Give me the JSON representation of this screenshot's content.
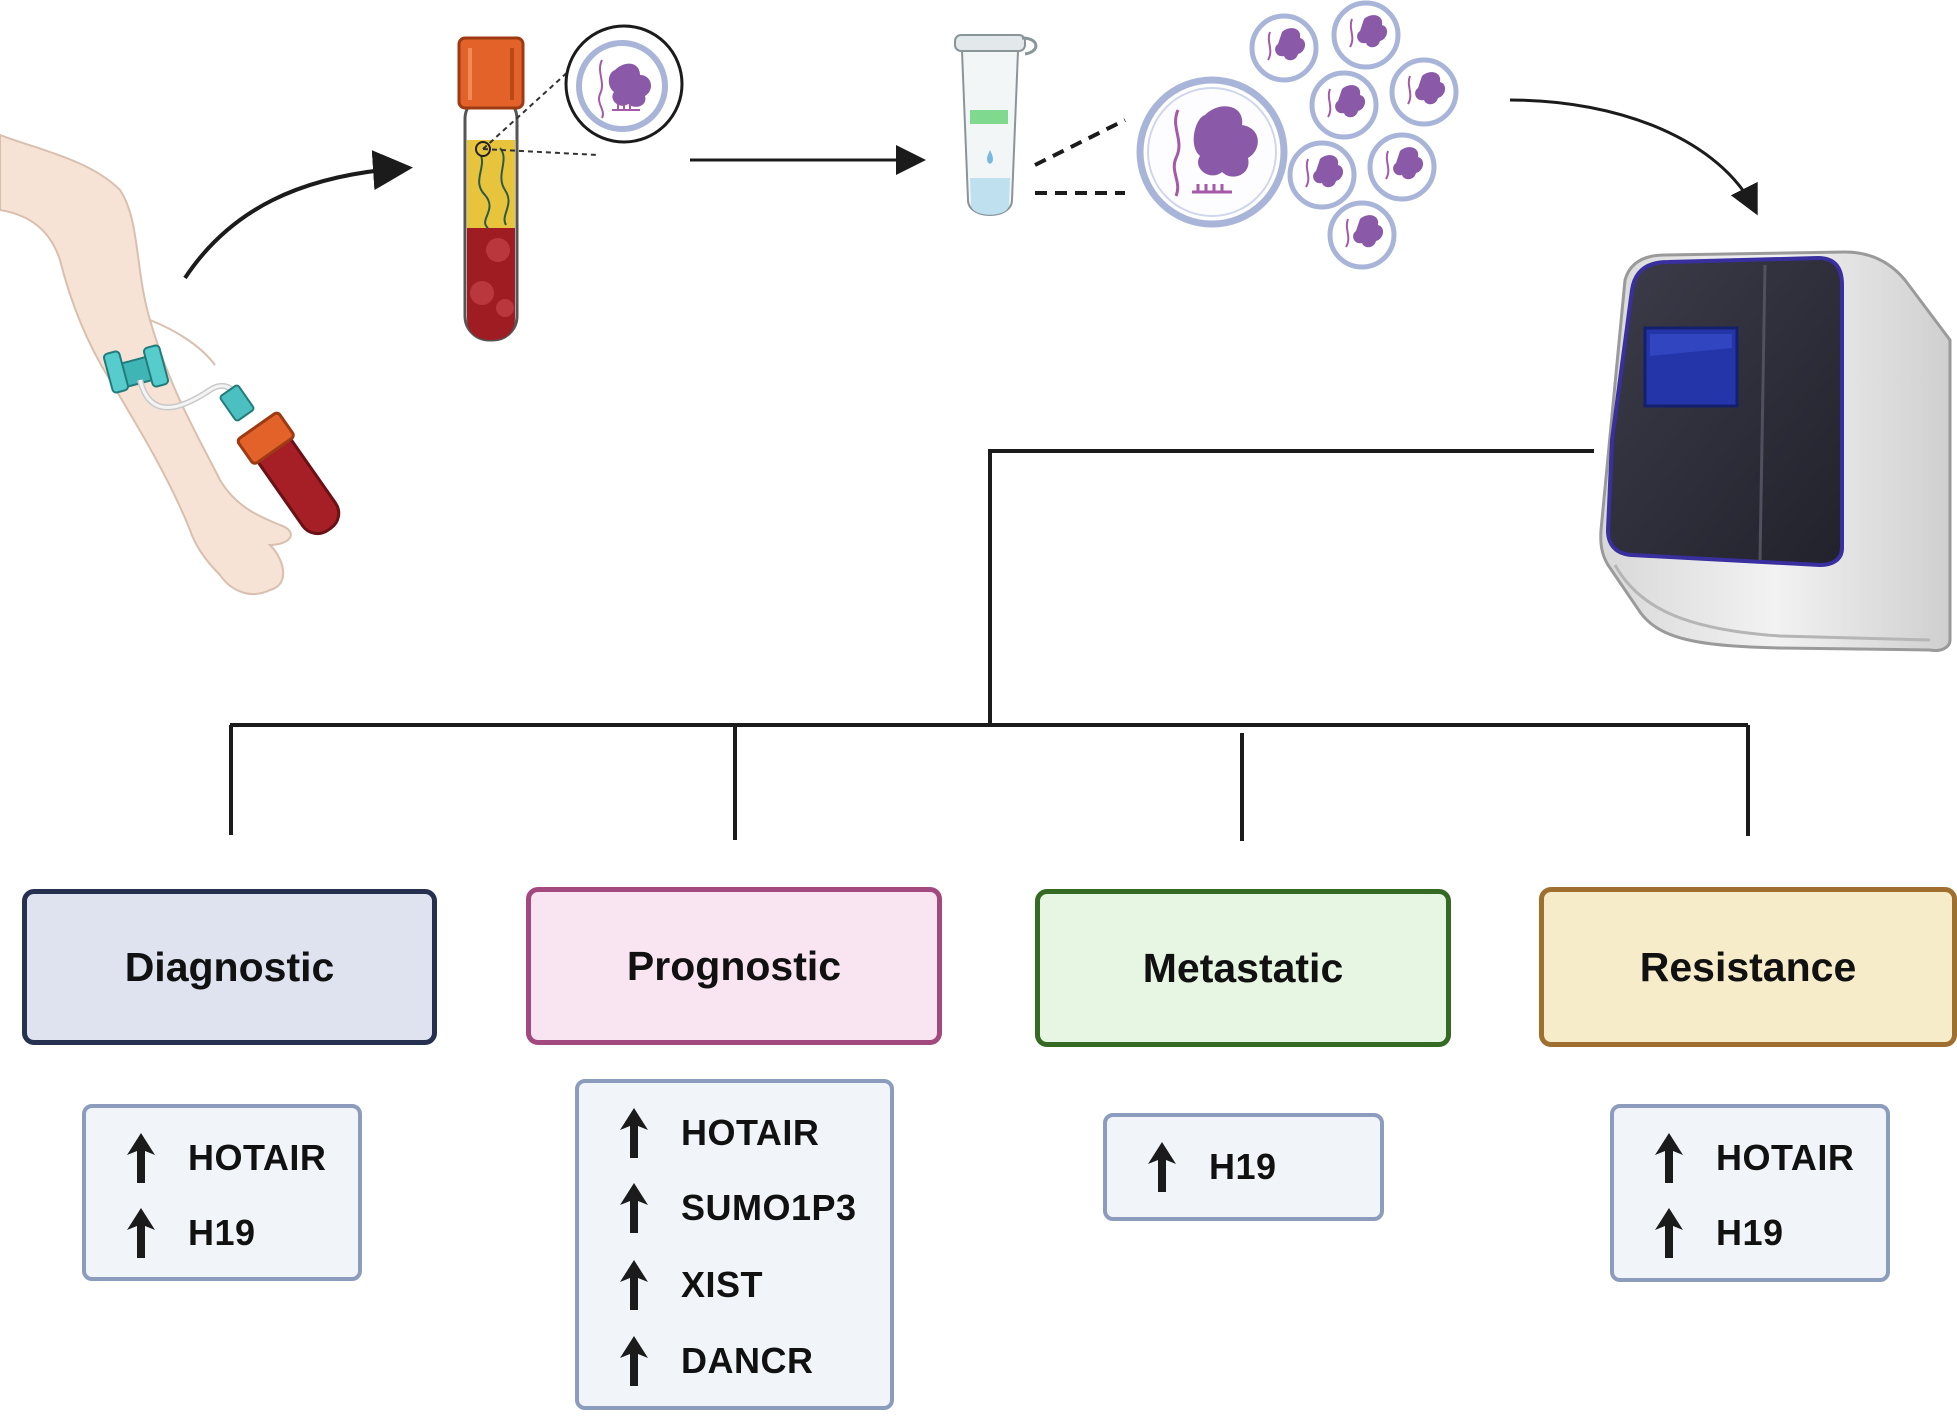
{
  "categories": [
    {
      "label": "Diagnostic",
      "fill": "#dee3ef",
      "border": "#26304f"
    },
    {
      "label": "Prognostic",
      "fill": "#f9e5f1",
      "border": "#a24a80"
    },
    {
      "label": "Metastatic",
      "fill": "#e7f6e3",
      "border": "#356a25"
    },
    {
      "label": "Resistance",
      "fill": "#f6ecc9",
      "border": "#9f6f2f"
    }
  ],
  "markers": [
    [
      "HOTAIR",
      "H19"
    ],
    [
      "HOTAIR",
      "SUMO1P3",
      "XIST",
      "DANCR"
    ],
    [
      "H19"
    ],
    [
      "HOTAIR",
      "H19"
    ]
  ],
  "icons": {
    "arm": "arm-blood-draw-icon",
    "tube": "blood-tube-icon",
    "column": "spin-column-icon",
    "exosome": "exosome-icon",
    "machine": "qpcr-machine-icon",
    "arrow": "up-arrow-icon"
  },
  "colors": {
    "line": "#1b1b1b",
    "list_border": "#8c9cbd",
    "list_fill": "#f1f4f9",
    "tube_cap": "#e2622a",
    "plasma": "#e8c43c",
    "blood": "#9e1c22",
    "exosome_cargo": "#8a5aa8",
    "screen": "#2335a8"
  }
}
